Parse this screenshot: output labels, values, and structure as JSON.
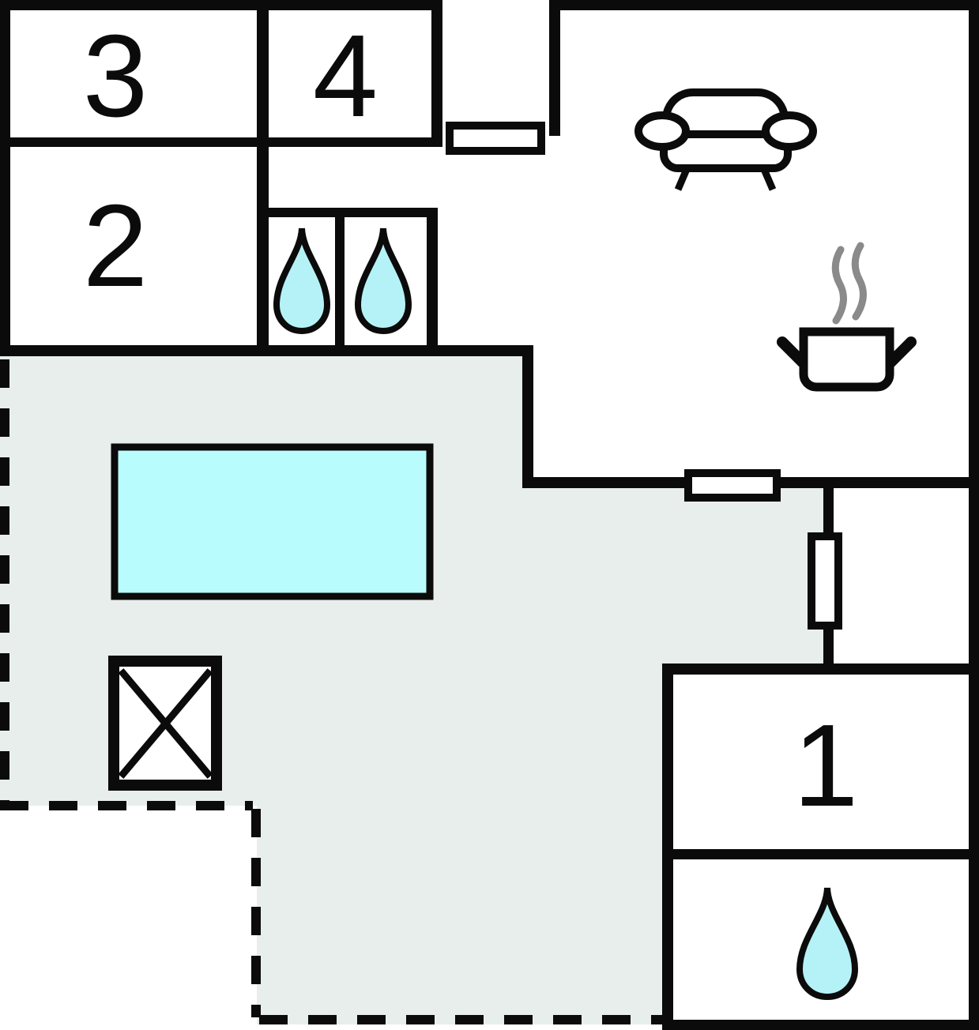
{
  "plan": {
    "type": "floor-plan",
    "rooms": {
      "room1": {
        "label": "1"
      },
      "room2": {
        "label": "2"
      },
      "room3": {
        "label": "3"
      },
      "room4": {
        "label": "4"
      }
    },
    "symbols": {
      "water_drop_count": 3,
      "icons": {
        "water_drop": "water-drop-icon",
        "sofa": "sofa-icon",
        "cooking_pot": "cooking-pot-icon",
        "table": "table-x-icon"
      }
    },
    "colors": {
      "wall": "#0b0b0b",
      "terrace": "#e8eeec",
      "pool": "#b9fcfd",
      "water": "#b5f2f7",
      "steam": "#8a8a8a"
    }
  }
}
